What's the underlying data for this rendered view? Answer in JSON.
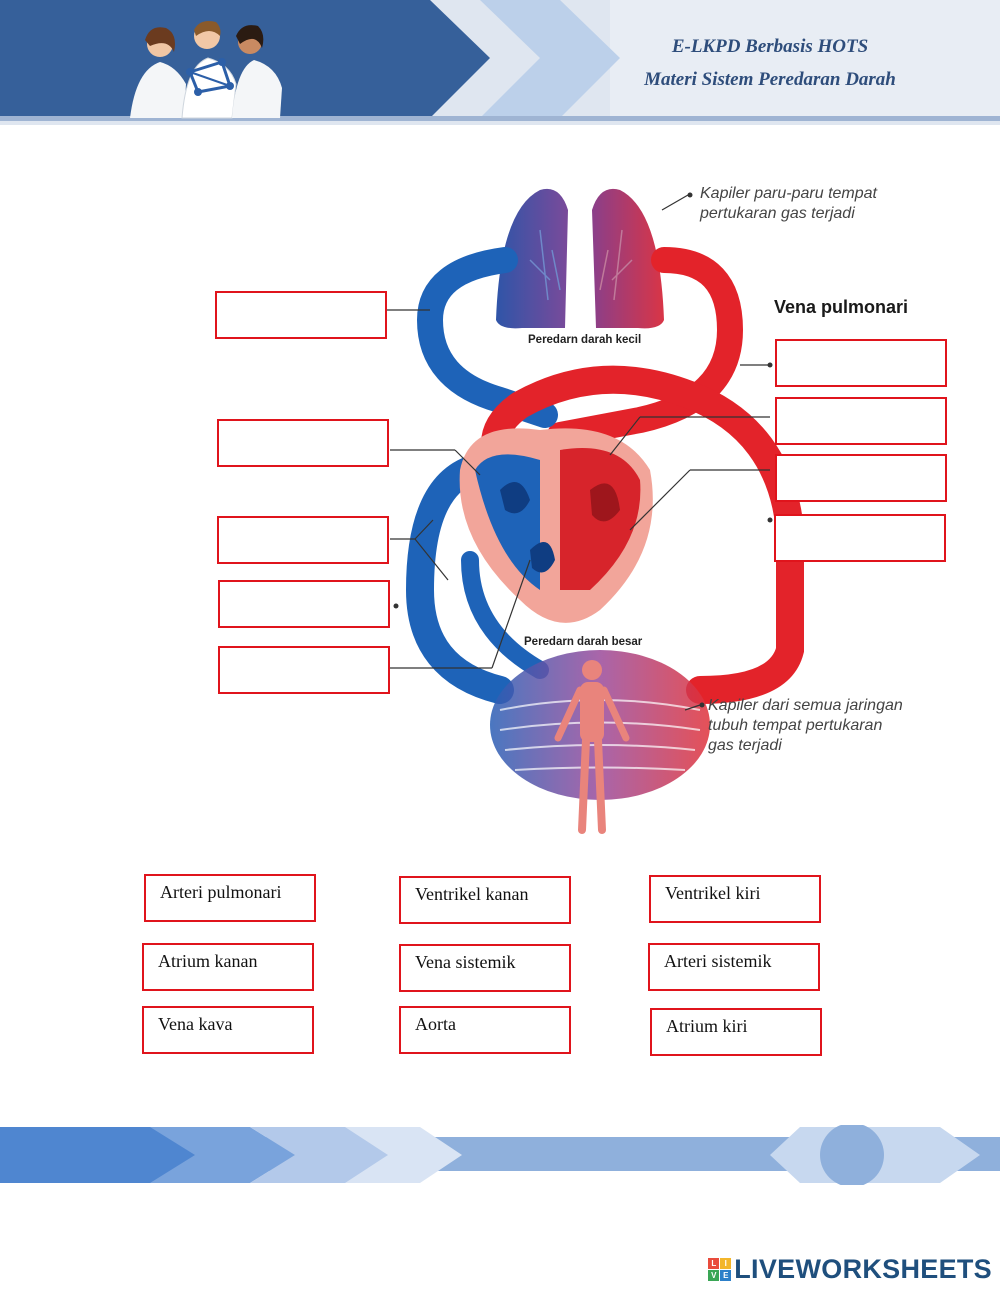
{
  "header": {
    "title": "E-LKPD Berbasis HOTS",
    "subtitle": "Materi Sistem Peredaran Darah"
  },
  "diagram": {
    "caption_lung": "Kapiler paru-paru tempat\npertukaran gas terjadi",
    "caption_tissue": "Kapiler dari semua jaringan\ntubuh tempat pertukaran\ngas terjadi",
    "vena_pulmonari": "Vena pulmonari",
    "small_circulation": "Peredarn darah kecil",
    "big_circulation": "Peredarn darah besar"
  },
  "answers": [
    {
      "label": "Arteri pulmonari"
    },
    {
      "label": "Ventrikel kanan"
    },
    {
      "label": "Ventrikel kiri"
    },
    {
      "label": "Atrium kanan"
    },
    {
      "label": "Vena sistemik"
    },
    {
      "label": "Arteri sistemik"
    },
    {
      "label": "Vena kava"
    },
    {
      "label": "Aorta"
    },
    {
      "label": "Atrium kiri"
    }
  ],
  "brand": {
    "name": "LIVEWORKSHEETS",
    "icon_letters": [
      "L",
      "I",
      "V",
      "E"
    ]
  },
  "colors": {
    "header_blue": "#36609a",
    "artery_red": "#e3232a",
    "vein_blue": "#1e63b8",
    "box_red": "#e0141c"
  }
}
